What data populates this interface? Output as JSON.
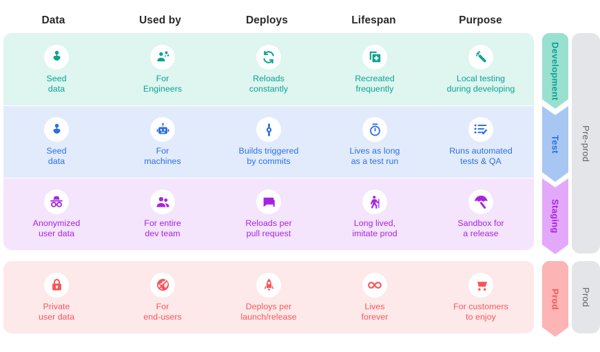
{
  "headers": [
    "Data",
    "Used by",
    "Deploys",
    "Lifespan",
    "Purpose"
  ],
  "palette": {
    "development_bg": "#def5f0",
    "development_fg": "#0aa391",
    "development_bar": "#9ae0d1",
    "test_bg": "#e2ebfc",
    "test_fg": "#2b6fe0",
    "test_bar": "#a7c7f2",
    "staging_bg": "#f4e4fc",
    "staging_fg": "#a624e0",
    "staging_bar": "#e4a8fb",
    "prod_bg": "#fde9e9",
    "prod_fg": "#f9555a",
    "prod_bar": "#fcb4b4",
    "group_bar": "#e3e5e8",
    "group_text": "#5f6368",
    "header_text": "#28292b"
  },
  "rows": [
    {
      "stage": "Development",
      "cells": [
        {
          "icon": "seed-icon",
          "label": "Seed\ndata"
        },
        {
          "icon": "engineers-icon",
          "label": "For\nEngineers"
        },
        {
          "icon": "reload-icon",
          "label": "Reloads\nconstantly"
        },
        {
          "icon": "add-copy-icon",
          "label": "Recreated\nfrequently"
        },
        {
          "icon": "wrench-icon",
          "label": "Local testing\nduring developing"
        }
      ]
    },
    {
      "stage": "Test",
      "cells": [
        {
          "icon": "seed-icon",
          "label": "Seed\ndata"
        },
        {
          "icon": "robot-icon",
          "label": "For\nmachines"
        },
        {
          "icon": "commit-icon",
          "label": "Builds triggered\nby commits"
        },
        {
          "icon": "stopwatch-icon",
          "label": "Lives as long\nas a test run"
        },
        {
          "icon": "checklist-icon",
          "label": "Runs automated\ntests & QA"
        }
      ]
    },
    {
      "stage": "Staging",
      "cells": [
        {
          "icon": "incognito-icon",
          "label": "Anonymized\nuser data"
        },
        {
          "icon": "people-icon",
          "label": "For entire\ndev team"
        },
        {
          "icon": "comment-icon",
          "label": "Reloads per\npull request"
        },
        {
          "icon": "elderly-icon",
          "label": "Long lived,\nimitate prod"
        },
        {
          "icon": "umbrella-icon",
          "label": "Sandbox for\na release"
        }
      ]
    },
    {
      "stage": "Prod",
      "cells": [
        {
          "icon": "lock-icon",
          "label": "Private\nuser data"
        },
        {
          "icon": "globe-off-icon",
          "label": "For\nend-users"
        },
        {
          "icon": "rocket-icon",
          "label": "Deploys per\nlaunch/release"
        },
        {
          "icon": "infinity-icon",
          "label": "Lives\nforever"
        },
        {
          "icon": "cart-icon",
          "label": "For customers\nto enjoy"
        }
      ]
    }
  ],
  "groups": [
    {
      "label": "Pre-prod"
    },
    {
      "label": "Prod"
    }
  ]
}
